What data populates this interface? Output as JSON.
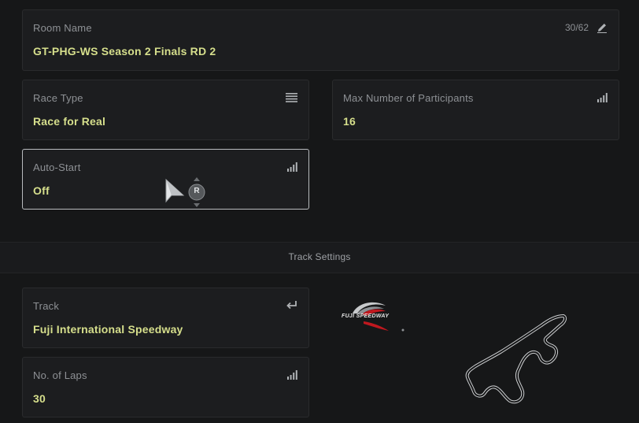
{
  "room_name": {
    "label": "Room Name",
    "value": "GT-PHG-WS Season 2 Finals RD 2",
    "counter": "30/62",
    "icon": "pencil-icon"
  },
  "race_type": {
    "label": "Race Type",
    "value": "Race for Real",
    "icon": "list-icon"
  },
  "max_participants": {
    "label": "Max Number of Participants",
    "value": "16",
    "icon": "signal-bars-icon"
  },
  "auto_start": {
    "label": "Auto-Start",
    "value": "Off",
    "icon": "signal-bars-icon",
    "controller_hint": "R"
  },
  "section_title": "Track Settings",
  "track": {
    "label": "Track",
    "value": "Fuji International Speedway",
    "icon": "enter-icon",
    "logo_text": "FUJI SPEEDWAY"
  },
  "laps": {
    "label": "No. of Laps",
    "value": "30",
    "icon": "signal-bars-icon"
  },
  "colors": {
    "accent_text": "#d6df8c",
    "label_text": "#8e9195",
    "background": "#161718"
  }
}
